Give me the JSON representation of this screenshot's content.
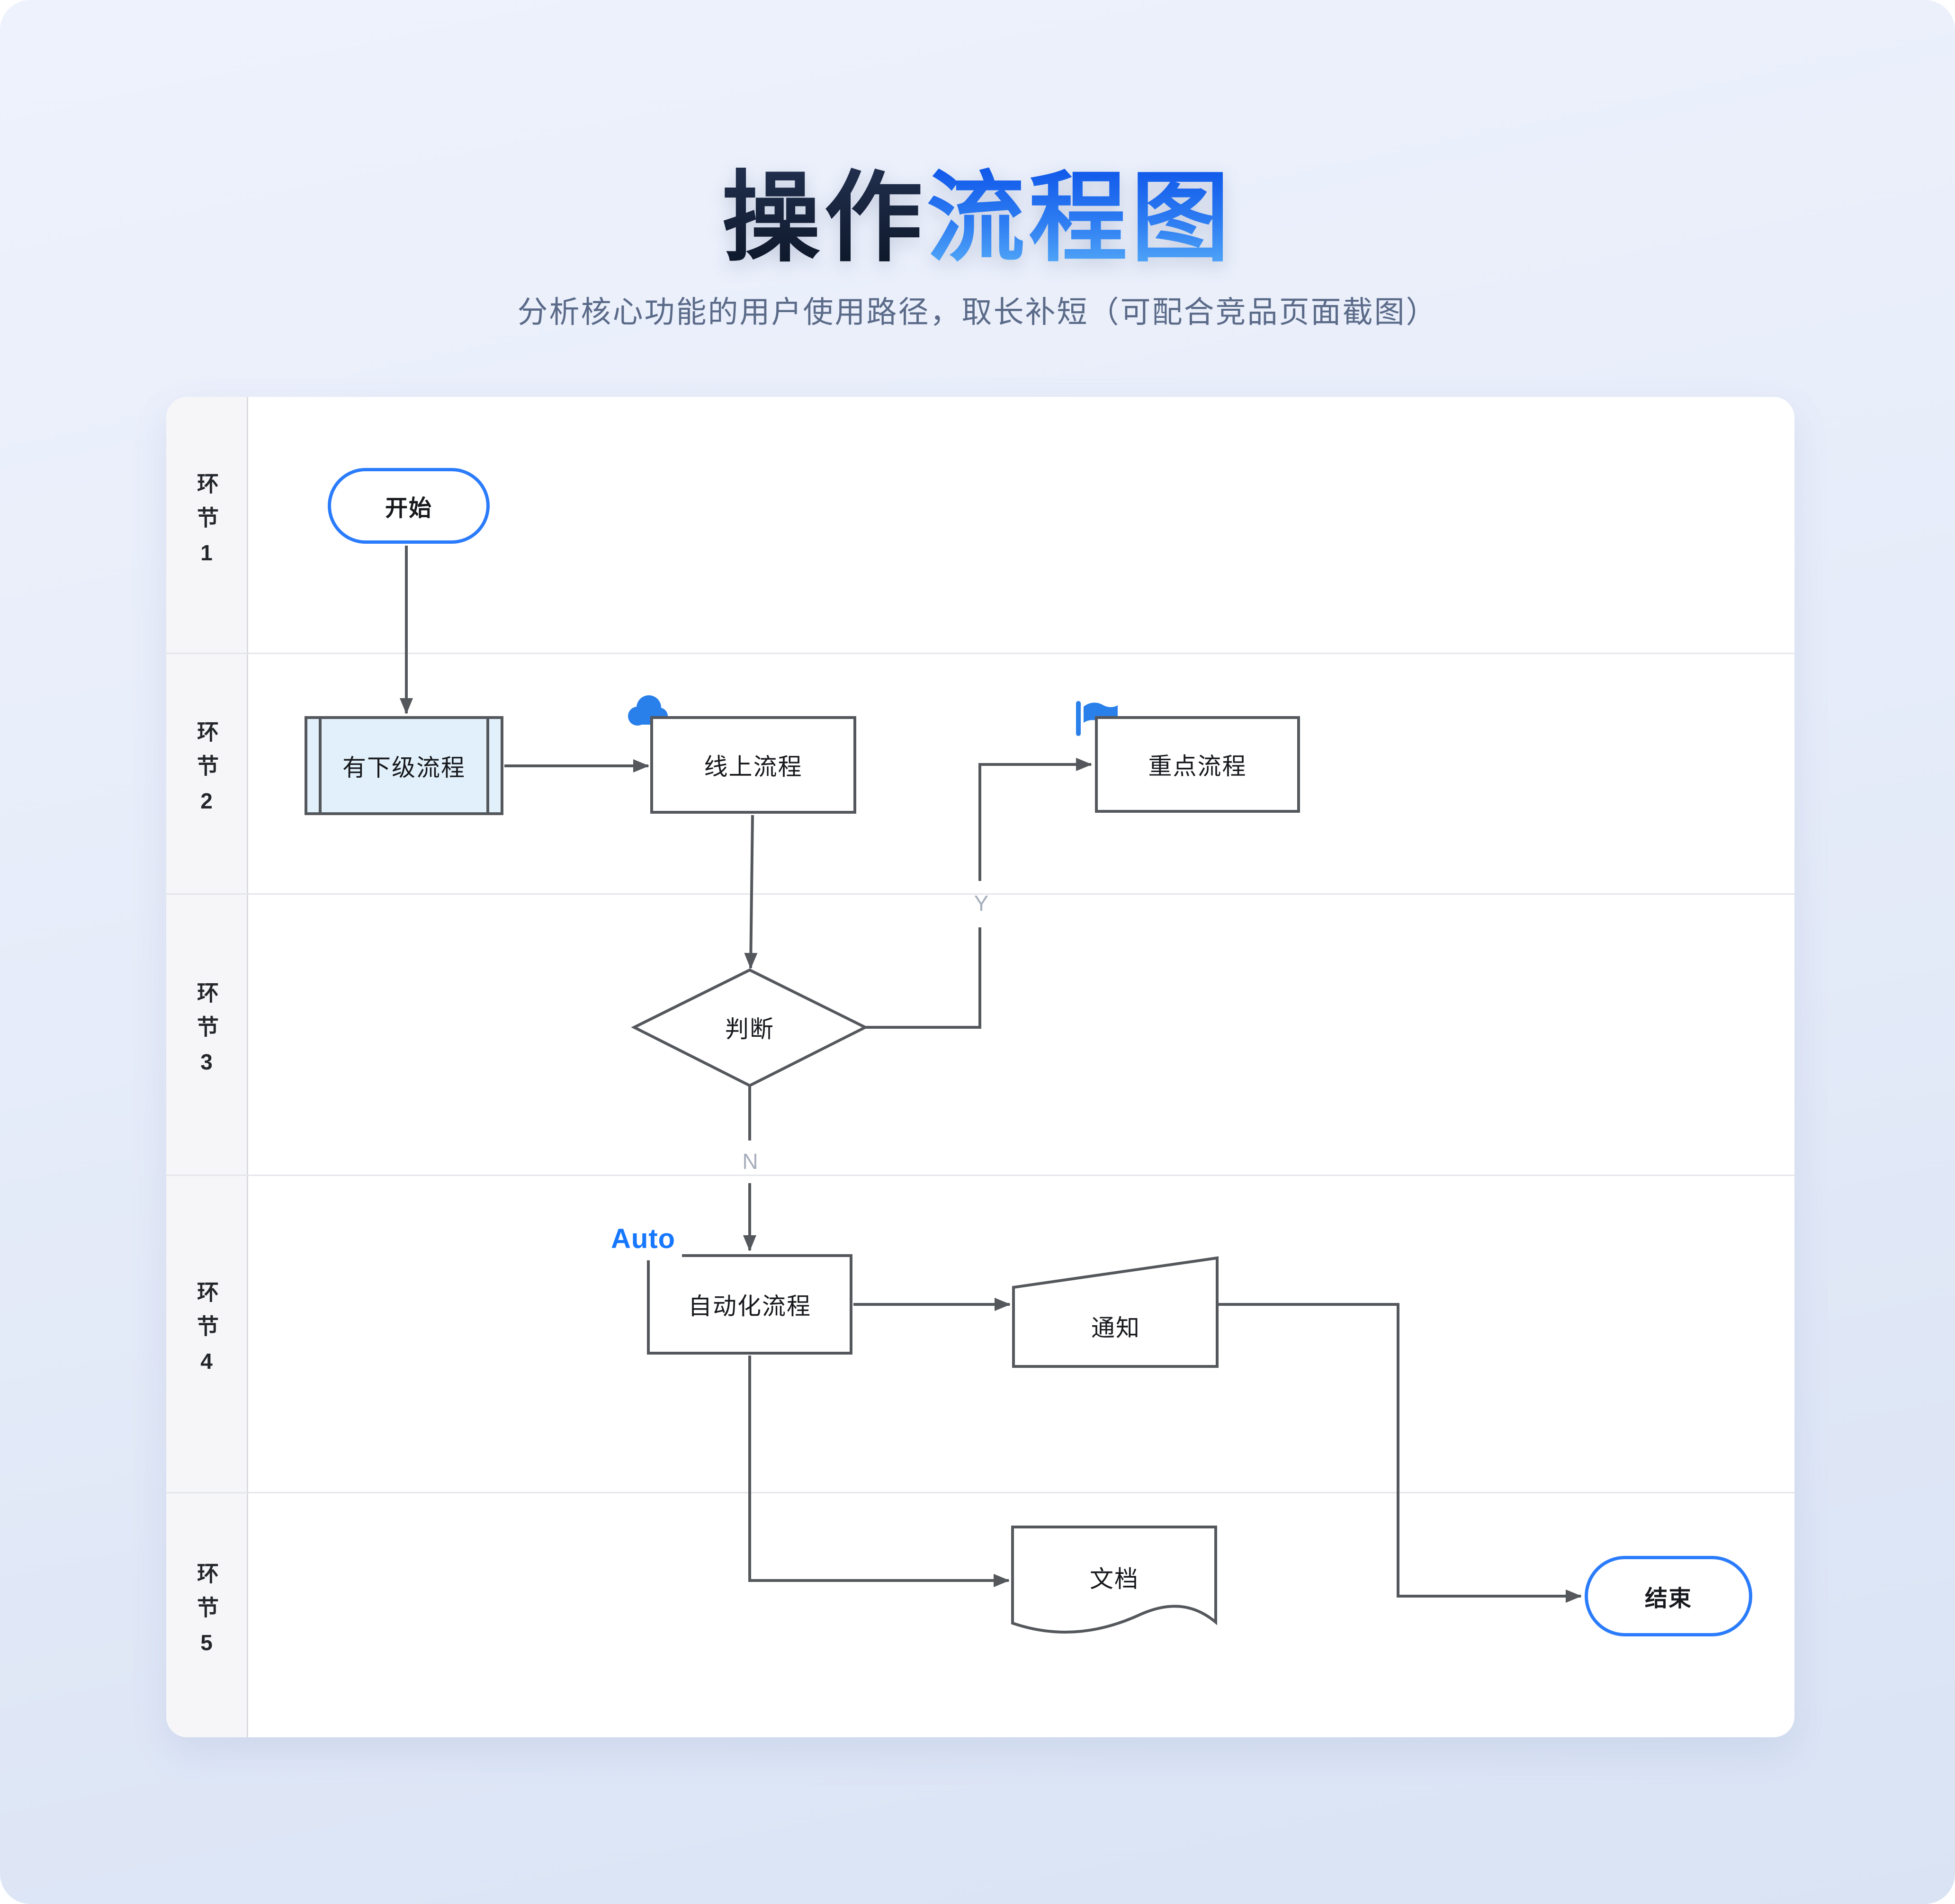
{
  "header": {
    "title_primary": "操作",
    "title_accent": "流程图",
    "subtitle": "分析核心功能的用户使用路径，取长补短（可配合竞品页面截图）"
  },
  "swimlane": {
    "lanes": [
      {
        "label": "环节1"
      },
      {
        "label": "环节2"
      },
      {
        "label": "环节3"
      },
      {
        "label": "环节4"
      },
      {
        "label": "环节5"
      }
    ]
  },
  "nodes": {
    "start": {
      "label": "开始"
    },
    "subprocess": {
      "label": "有下级流程"
    },
    "online": {
      "label": "线上流程",
      "icon": "cloud"
    },
    "key": {
      "label": "重点流程",
      "icon": "flag"
    },
    "decision": {
      "label": "判断"
    },
    "automation": {
      "label": "自动化流程",
      "tag": "Auto"
    },
    "notify": {
      "label": "通知"
    },
    "document": {
      "label": "文档"
    },
    "end": {
      "label": "结束"
    }
  },
  "edges": {
    "yes": "Y",
    "no": "N"
  },
  "colors": {
    "accent_blue": "#2b7cfc",
    "icon_blue": "#2a80ea",
    "auto_blue": "#1677ff",
    "line_gray": "#54575c",
    "branch_label_gray": "#a6aebc",
    "subprocess_fill": "#e1f0fa"
  }
}
